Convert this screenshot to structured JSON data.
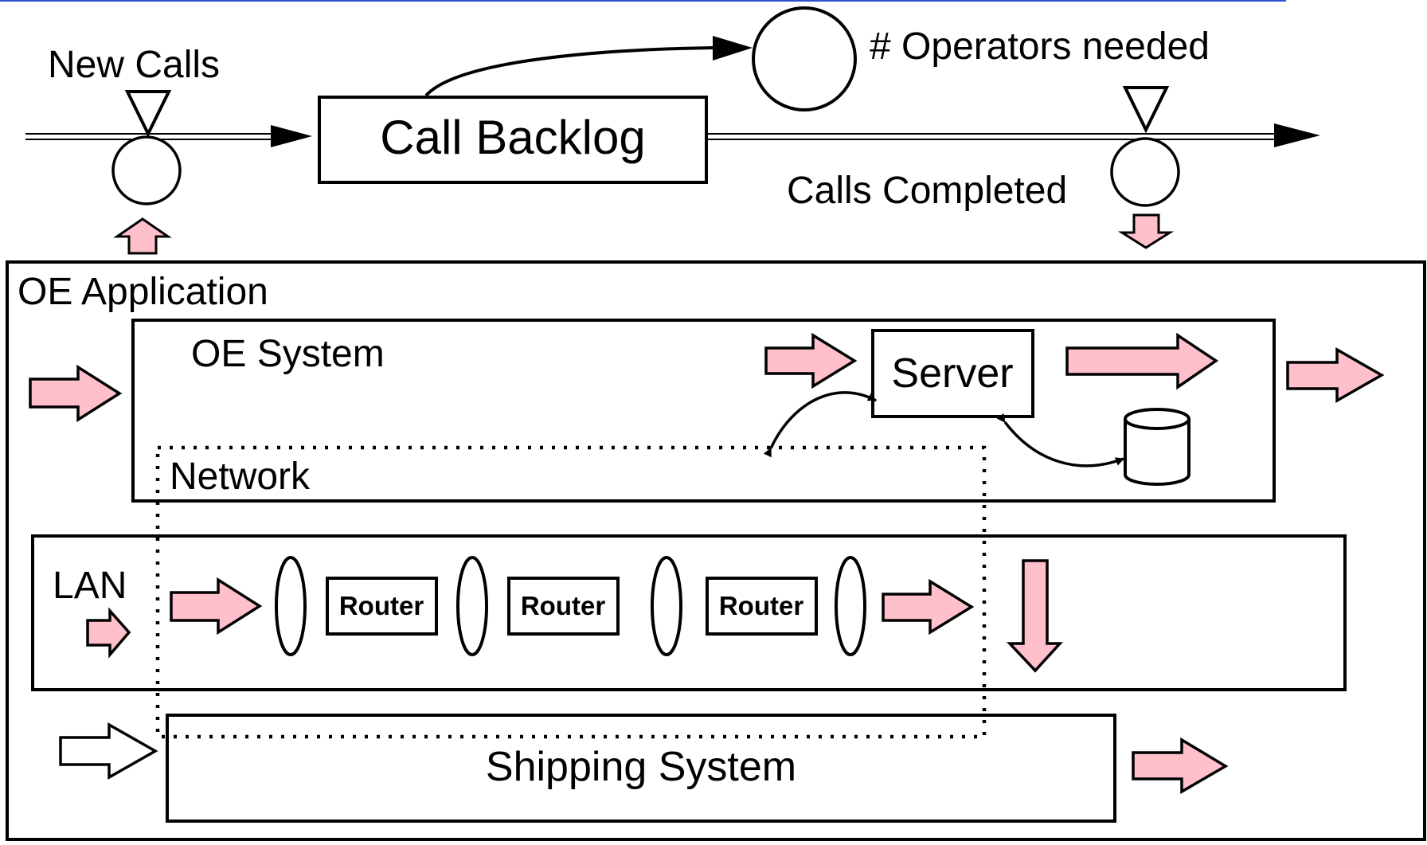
{
  "stock_flow": {
    "new_calls_label": "New Calls",
    "call_backlog_label": "Call Backlog",
    "operators_needed_label": "# Operators needed",
    "calls_completed_label": "Calls Completed"
  },
  "oe_application": {
    "title": "OE Application",
    "oe_system": {
      "title": "OE System",
      "server_label": "Server",
      "network_label": "Network"
    },
    "lan": {
      "title": "LAN",
      "routers": [
        "Router",
        "Router",
        "Router"
      ]
    },
    "shipping_system": {
      "title": "Shipping System"
    }
  },
  "colors": {
    "pink_arrow_fill": "#FFC0CB",
    "top_rule": "#2F4FD6",
    "stroke": "#000000"
  }
}
